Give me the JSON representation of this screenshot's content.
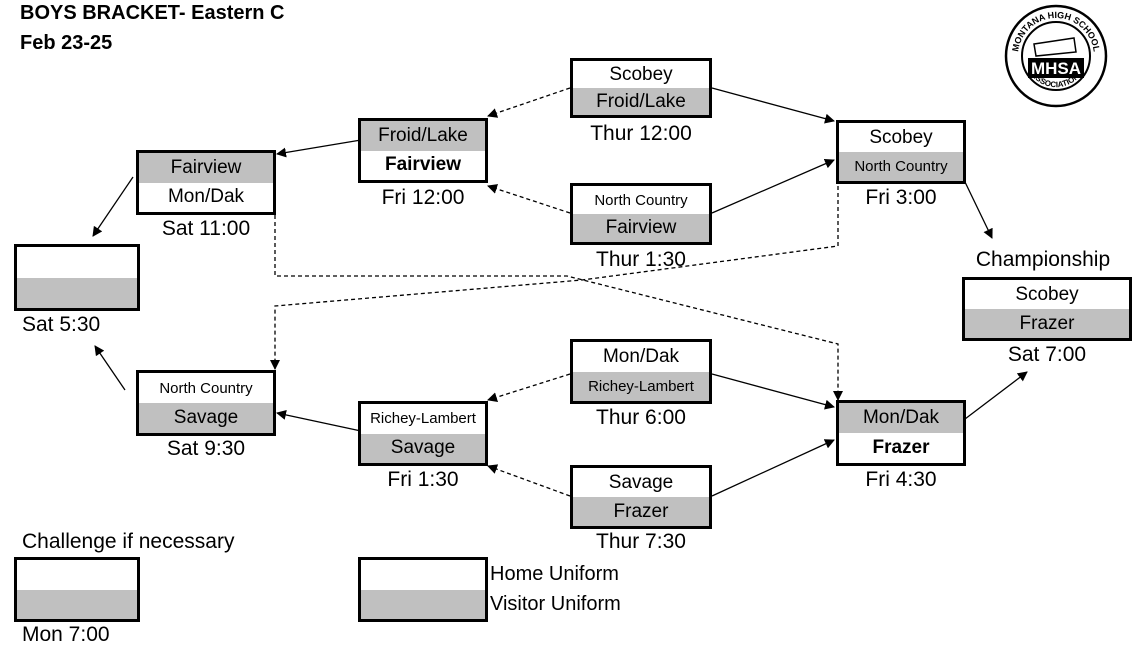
{
  "header": {
    "title": "BOYS BRACKET- Eastern C",
    "dates": "Feb 23-25"
  },
  "logo": {
    "ring_text": "MONTANA HIGH SCHOOL",
    "bottom_text": "ASSOCIATION",
    "acronym": "MHSA"
  },
  "games": {
    "thur1200": {
      "home": "Scobey",
      "visitor": "Froid/Lake",
      "time": "Thur 12:00"
    },
    "thur130": {
      "home": "North Country",
      "visitor": "Fairview",
      "time": "Thur 1:30"
    },
    "thur600": {
      "home": "Mon/Dak",
      "visitor": "Richey-Lambert",
      "time": "Thur 6:00"
    },
    "thur730": {
      "home": "Savage",
      "visitor": "Frazer",
      "time": "Thur 7:30"
    },
    "fri1200": {
      "top": "Froid/Lake",
      "bottom": "Fairview",
      "time": "Fri 12:00"
    },
    "fri300": {
      "home": "Scobey",
      "visitor": "North Country",
      "time": "Fri 3:00"
    },
    "fri130": {
      "home": "Richey-Lambert",
      "visitor": "Savage",
      "time": "Fri 1:30"
    },
    "fri430": {
      "top": "Mon/Dak",
      "bottom": "Frazer",
      "time": "Fri 4:30"
    },
    "sat1100": {
      "top": "Fairview",
      "bottom": "Mon/Dak",
      "time": "Sat 11:00"
    },
    "sat930": {
      "home": "North Country",
      "visitor": "Savage",
      "time": "Sat 9:30"
    },
    "sat530": {
      "home": "",
      "visitor": "",
      "time": "Sat 5:30"
    },
    "champ": {
      "label": "Championship",
      "home": "Scobey",
      "visitor": "Frazer",
      "time": "Sat 7:00"
    }
  },
  "challenge": {
    "label": "Challenge if necessary",
    "home": "",
    "visitor": "",
    "time": "Mon 7:00"
  },
  "legend": {
    "home": "Home Uniform",
    "visitor": "Visitor Uniform"
  },
  "colors": {
    "home": "#ffffff",
    "visitor": "#c0c0c0",
    "line": "#000000"
  }
}
